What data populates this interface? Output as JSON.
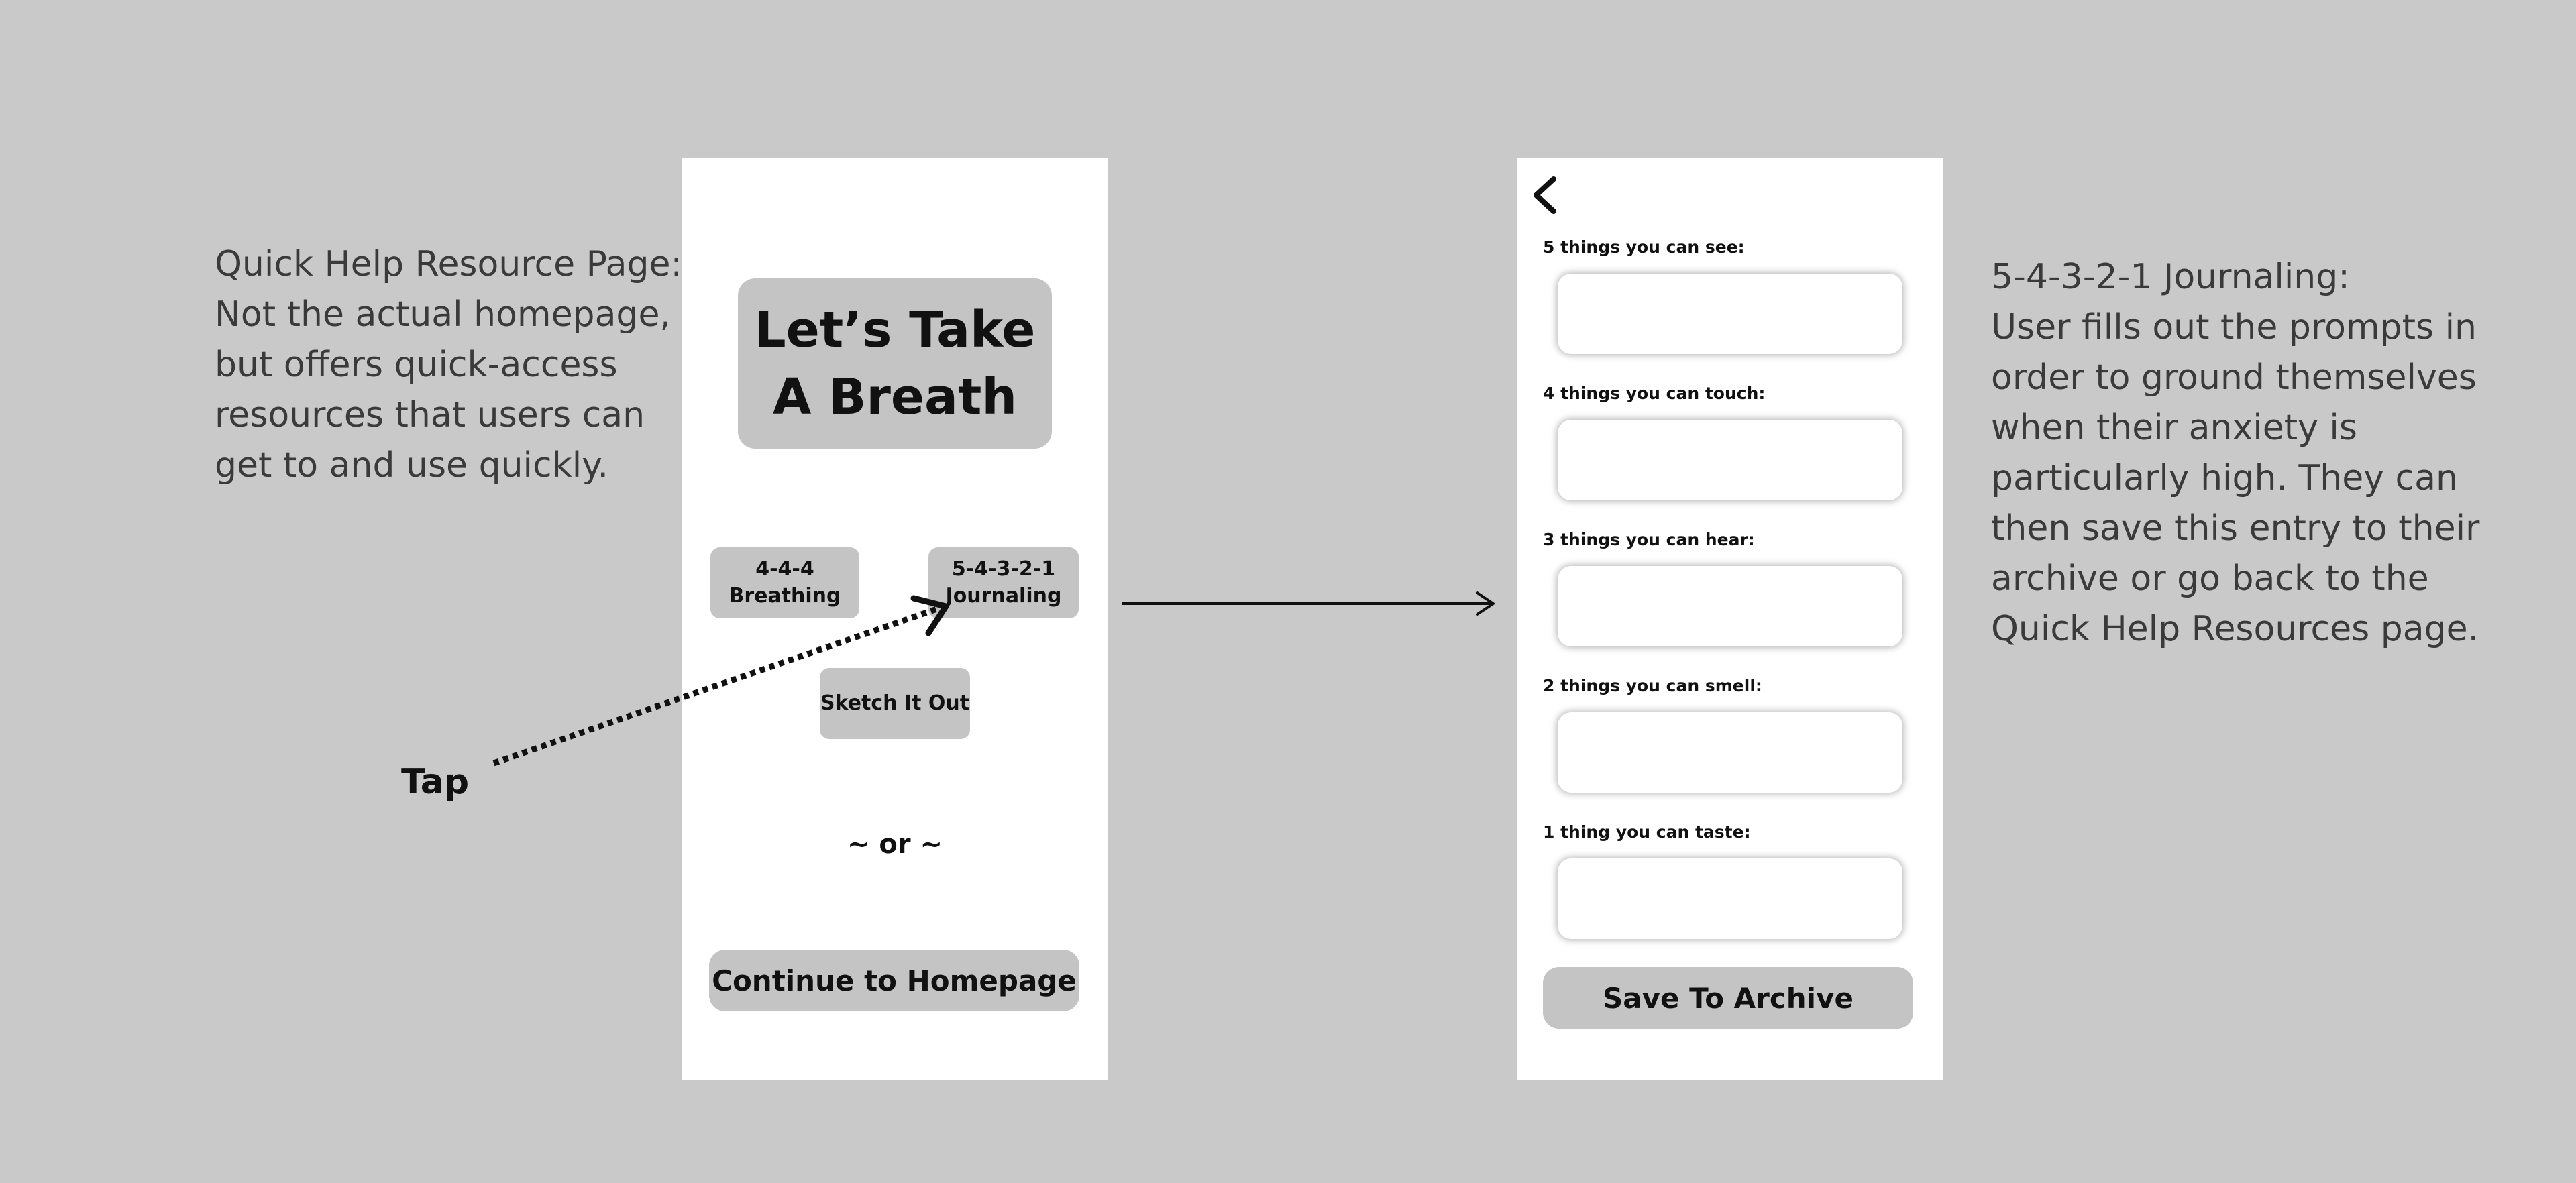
{
  "left_note": {
    "text": "Quick Help Resource Page:\nNot the actual homepage,\nbut offers quick-access\nresources that users can\nget to and use quickly."
  },
  "right_note": {
    "text": "5-4-3-2-1 Journaling:\nUser fills out the prompts in\norder to ground themselves\nwhen their anxiety is\nparticularly high. They can\nthen save this entry to their\narchive or go back to the\nQuick Help Resources page."
  },
  "quick_help_screen": {
    "title": "Let’s Take\nA Breath",
    "buttons": [
      {
        "label": "4-4-4\nBreathing"
      },
      {
        "label": "5-4-3-2-1\nJournaling"
      },
      {
        "label": "Sketch It Out"
      }
    ],
    "or_text": "~ or ~",
    "continue_label": "Continue to Homepage"
  },
  "journaling_screen": {
    "back_icon": "chevron-left-icon",
    "prompts": [
      {
        "label": "5 things you can see:",
        "value": ""
      },
      {
        "label": "4 things you can touch:",
        "value": ""
      },
      {
        "label": "3 things you can hear:",
        "value": ""
      },
      {
        "label": "2 things you can smell:",
        "value": ""
      },
      {
        "label": "1 thing you can taste:",
        "value": ""
      }
    ],
    "save_label": "Save To Archive"
  },
  "annotations": {
    "tap_label": "Tap"
  },
  "colors": {
    "background": "#c9c9c9",
    "screen": "#ffffff",
    "button_fill": "#c4c4c4",
    "note_text": "#3a3a3a",
    "ink": "#111111"
  }
}
